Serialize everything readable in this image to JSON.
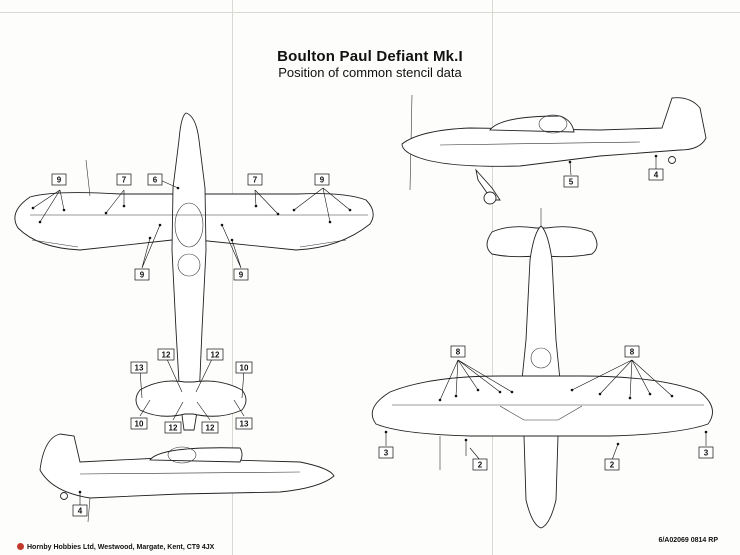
{
  "title": "Boulton Paul Defiant Mk.I",
  "subtitle": "Position of common stencil data",
  "callouts": {
    "c2": "2",
    "c3": "3",
    "c4": "4",
    "c5": "5",
    "c6": "6",
    "c7": "7",
    "c8": "8",
    "c9": "9",
    "c10": "10",
    "c12": "12",
    "c13": "13"
  },
  "footer": {
    "publisher": "Hornby Hobbies Ltd, Westwood, Margate, Kent, CT9 4JX",
    "code": "6/A02069 0814 RP"
  },
  "colors": {
    "ink": "#111111",
    "paper": "#fdfdfc",
    "logo": "#c0392b"
  }
}
